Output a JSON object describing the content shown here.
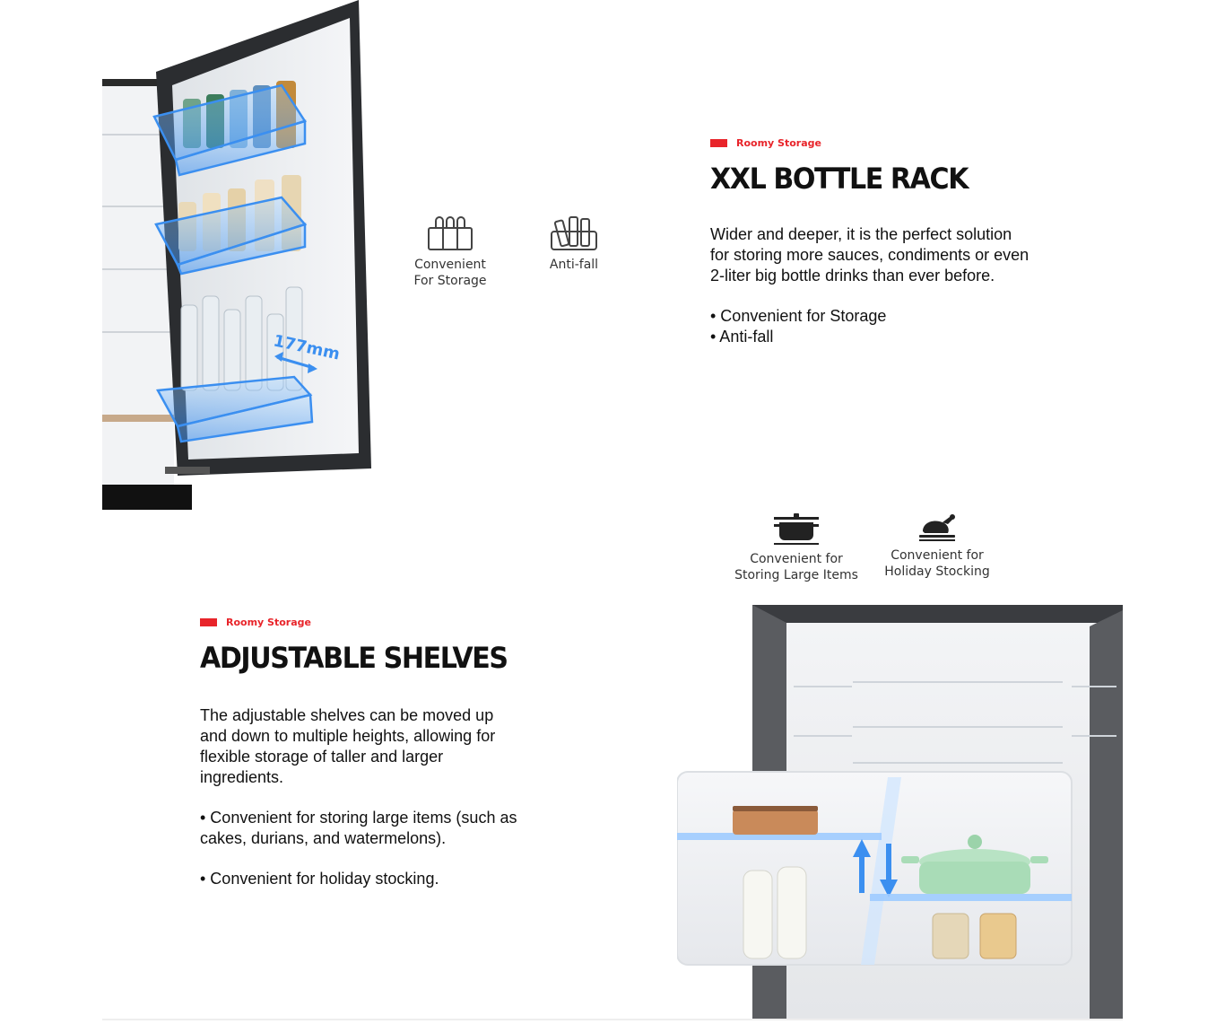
{
  "bottle_rack": {
    "tag": "Roomy Storage",
    "title": "XXL BOTTLE RACK",
    "description": "Wider and deeper, it is the perfect solution for storing more sauces, condiments or even 2-liter big bottle drinks than ever before.",
    "bullets": [
      "• Convenient for Storage",
      "• Anti-fall"
    ],
    "features": [
      {
        "icon": "bottle-crate-icon",
        "label": "Convenient\nFor Storage"
      },
      {
        "icon": "bottle-anti-fall-icon",
        "label": "Anti-fall"
      }
    ],
    "image_annotation": "177mm"
  },
  "adjustable_shelves": {
    "tag": "Roomy Storage",
    "title": "ADJUSTABLE SHELVES",
    "description": "The adjustable shelves can be moved up and down to multiple heights, allowing for flexible storage of taller and larger ingredients.",
    "bullets": [
      "• Convenient for storing large items (such as cakes, durians, and watermelons).",
      "• Convenient for holiday stocking."
    ],
    "features": [
      {
        "icon": "pot-icon",
        "label": "Convenient for\nStoring Large Items"
      },
      {
        "icon": "roast-chicken-icon",
        "label": "Convenient for\nHoliday Stocking"
      }
    ]
  },
  "colors": {
    "accent": "#e8242a",
    "text": "#111111",
    "highlight_blue": "#3b8ff0"
  }
}
